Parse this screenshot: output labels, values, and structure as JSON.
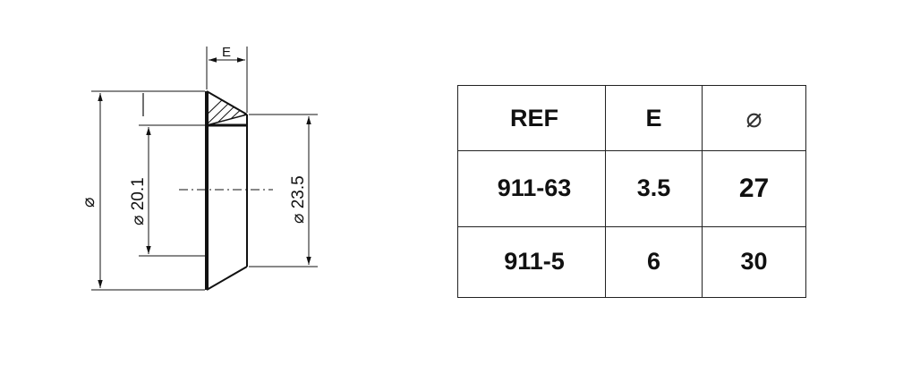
{
  "drawing": {
    "labels": {
      "e_dimension": "E",
      "outer_diameter": "⌀",
      "inner_diameter": "⌀ 20.1",
      "bore_diameter": "⌀ 23.5"
    }
  },
  "table": {
    "headers": [
      "REF",
      "E",
      "⌀"
    ],
    "rows": [
      [
        "911-63",
        "3.5",
        "27"
      ],
      [
        "911-5",
        "6",
        "30"
      ]
    ]
  }
}
